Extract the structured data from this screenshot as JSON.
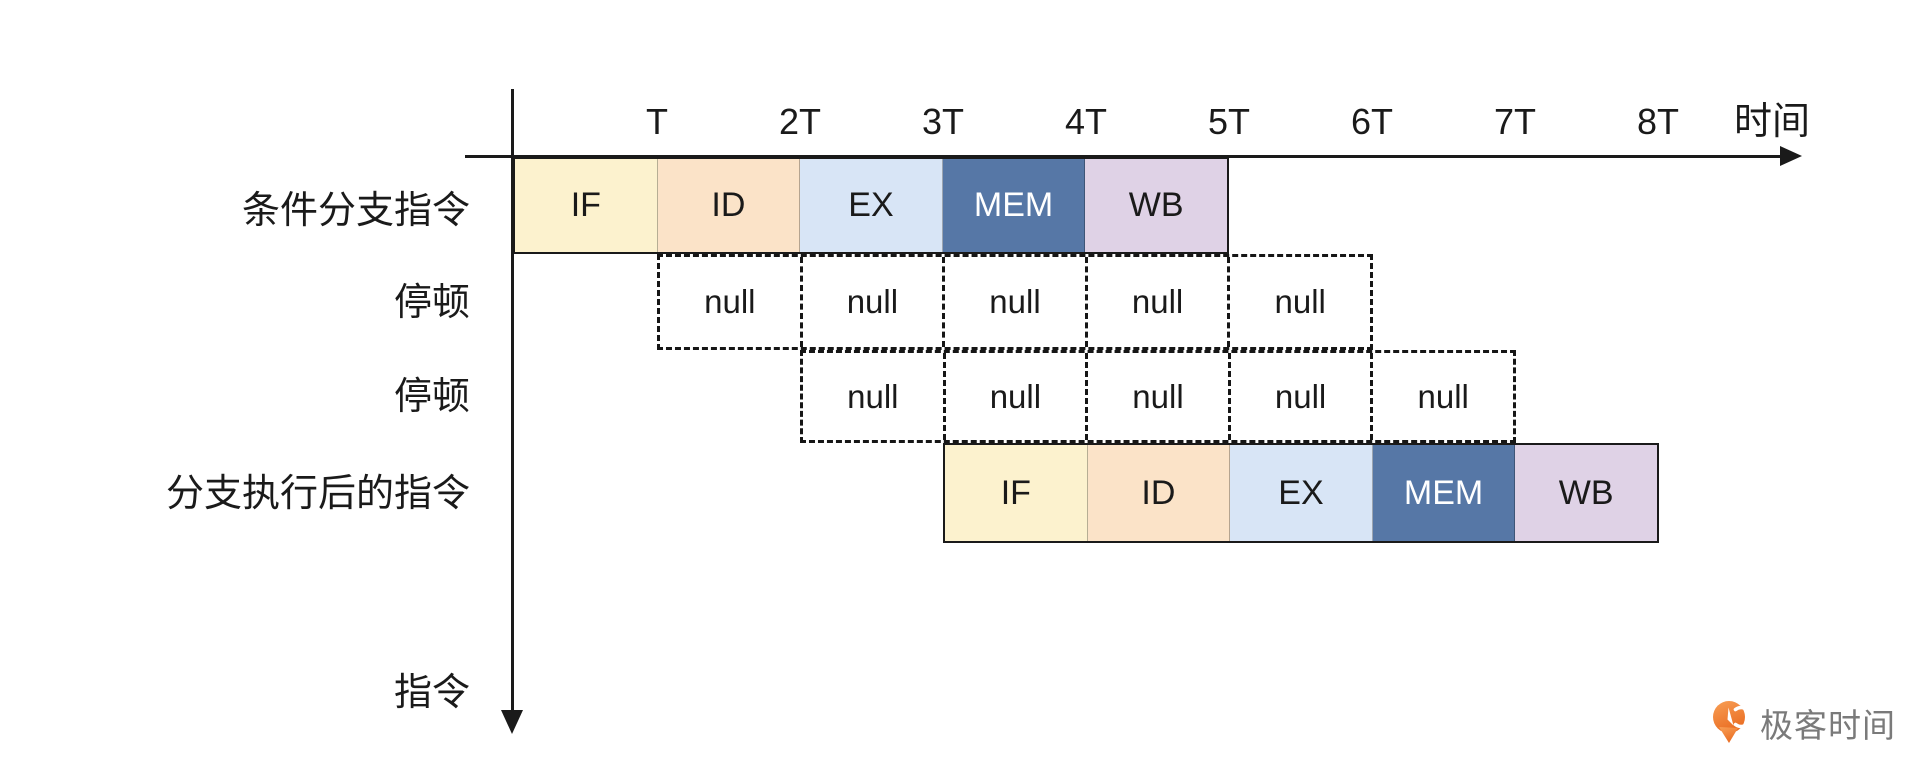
{
  "axis": {
    "ticks": [
      "T",
      "2T",
      "3T",
      "4T",
      "5T",
      "6T",
      "7T",
      "8T"
    ],
    "x_title": "时间",
    "y_title": "指令"
  },
  "rows": {
    "branch": {
      "label": "条件分支指令",
      "stages": [
        {
          "label": "IF",
          "bg": "#FCF2CE",
          "fg": "#1A1A1A"
        },
        {
          "label": "ID",
          "bg": "#FBE3C8",
          "fg": "#1A1A1A"
        },
        {
          "label": "EX",
          "bg": "#D8E5F6",
          "fg": "#1A1A1A"
        },
        {
          "label": "MEM",
          "bg": "#5677A6",
          "fg": "#FFFFFF"
        },
        {
          "label": "WB",
          "bg": "#DFD2E6",
          "fg": "#1A1A1A"
        }
      ]
    },
    "stall1": {
      "label": "停顿",
      "cells": [
        "null",
        "null",
        "null",
        "null",
        "null"
      ]
    },
    "stall2": {
      "label": "停顿",
      "cells": [
        "null",
        "null",
        "null",
        "null",
        "null"
      ]
    },
    "after_branch": {
      "label": "分支执行后的指令",
      "stages": [
        {
          "label": "IF",
          "bg": "#FCF2CE",
          "fg": "#1A1A1A"
        },
        {
          "label": "ID",
          "bg": "#FBE3C8",
          "fg": "#1A1A1A"
        },
        {
          "label": "EX",
          "bg": "#D8E5F6",
          "fg": "#1A1A1A"
        },
        {
          "label": "MEM",
          "bg": "#5677A6",
          "fg": "#FFFFFF"
        },
        {
          "label": "WB",
          "bg": "#DFD2E6",
          "fg": "#1A1A1A"
        }
      ]
    }
  },
  "logo": {
    "text": "极客时间",
    "icon_color": "#EE7B2D"
  }
}
